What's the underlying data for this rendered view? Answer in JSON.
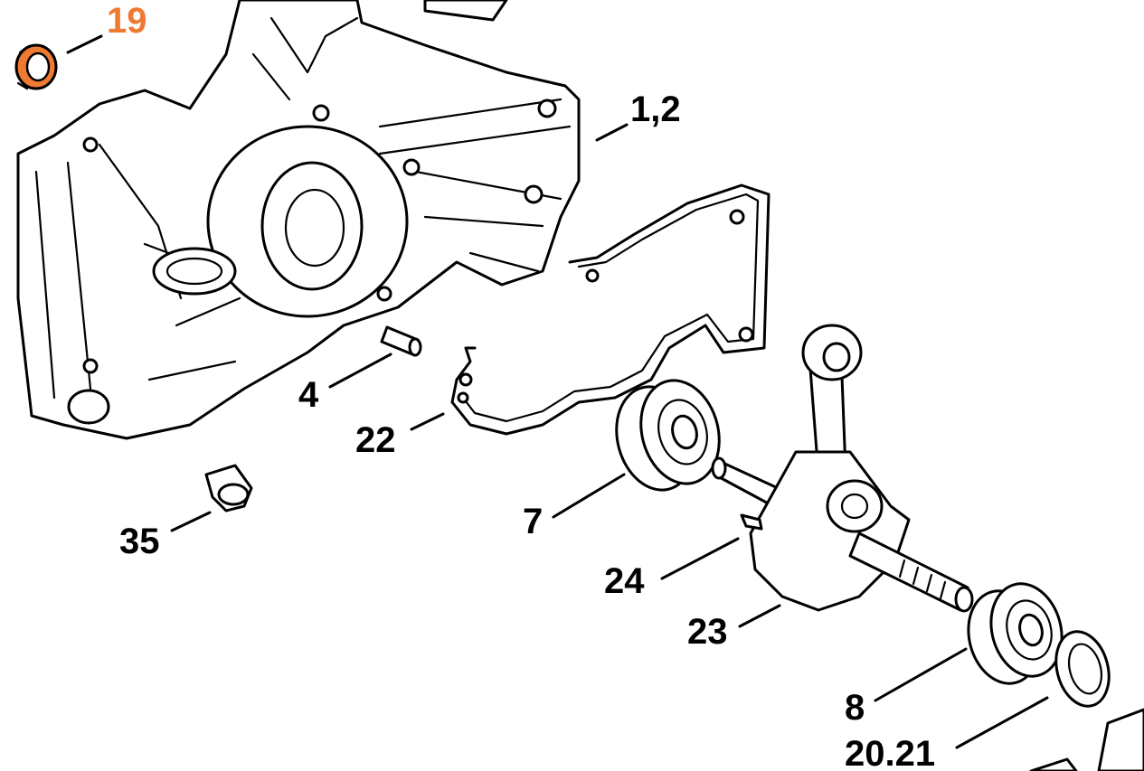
{
  "labels": {
    "part_19": "19",
    "part_1_2": "1,2",
    "part_4": "4",
    "part_22": "22",
    "part_35": "35",
    "part_7": "7",
    "part_24": "24",
    "part_23": "23",
    "part_8": "8",
    "part_20_21": "20.21"
  },
  "colors": {
    "highlight": "#ef7a32",
    "line": "#000000",
    "background": "#ffffff"
  },
  "highlighted_part": "19"
}
